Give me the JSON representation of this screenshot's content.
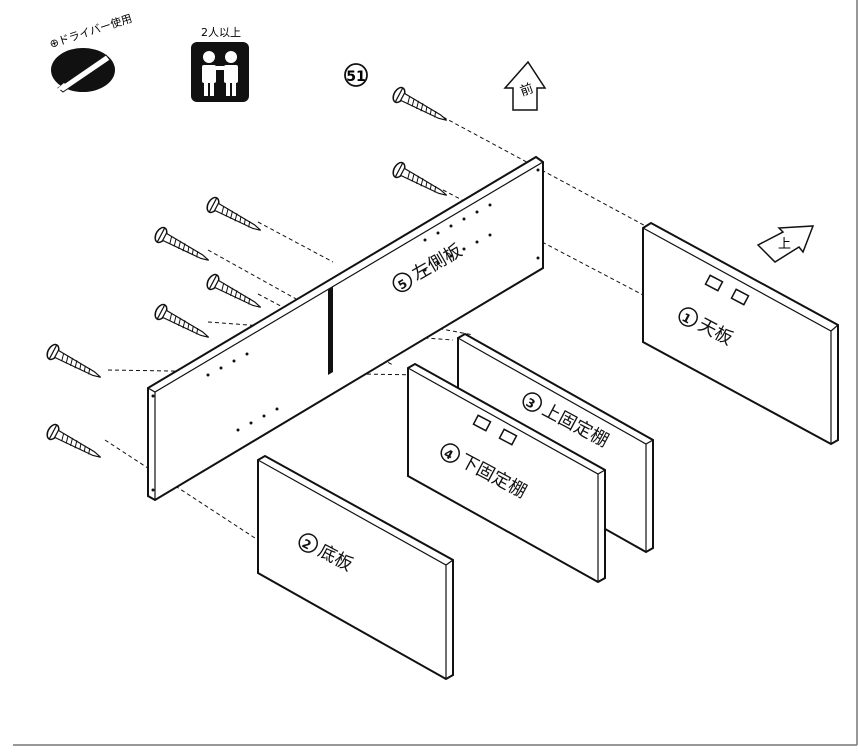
{
  "tools": {
    "screwdriver": {
      "label": "⊕ドライバー使用",
      "icon": "phillips-screwdriver-icon"
    },
    "persons": {
      "label": "2人以上",
      "icon": "two-persons-icon"
    }
  },
  "screw_ref": {
    "number": "51"
  },
  "directions": {
    "front": "前",
    "top": "上"
  },
  "parts": [
    {
      "id": "5",
      "name": "左側板"
    },
    {
      "id": "1",
      "name": "天板"
    },
    {
      "id": "3",
      "name": "上固定棚"
    },
    {
      "id": "4",
      "name": "下固定棚"
    },
    {
      "id": "2",
      "name": "底板"
    }
  ],
  "colors": {
    "line": "#111111",
    "background": "#ffffff",
    "border": "#777777"
  }
}
